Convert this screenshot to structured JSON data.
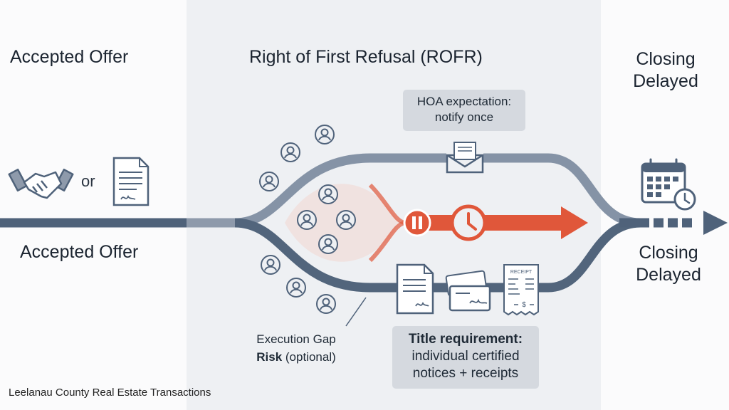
{
  "left": {
    "top_label": "Accepted Offer",
    "or_label": "or",
    "bottom_label": "Accepted Offer"
  },
  "middle": {
    "title": "Right of First Refusal (ROFR)",
    "hoa_callout": {
      "line1": "HOA expectation:",
      "line2": "notify once"
    },
    "title_callout": {
      "line1": "Title requirement:",
      "line2": "individual certified",
      "line3": "notices + receipts"
    },
    "execution_gap": {
      "line1": "Execution Gap",
      "line2_bold": "Risk",
      "line2_rest": " (optional)"
    },
    "receipt_text": "RECEIPT",
    "receipt_amount": "$"
  },
  "right": {
    "top_line1": "Closing",
    "top_line2": "Delayed",
    "bottom_line1": "Closing",
    "bottom_line2": "Delayed"
  },
  "footer": "Leelanau County Real Estate Transactions",
  "colors": {
    "track": "#4f627a",
    "track_light": "#8e9aab",
    "accent": "#e0573a",
    "panel": "#eef0f3",
    "callout": "#d5d9df"
  },
  "icons": [
    "handshake-icon",
    "document-icon",
    "person-icon",
    "envelope-icon",
    "pause-icon",
    "clock-icon",
    "arrow-icon",
    "certified-notice-icon",
    "receipt-icon",
    "check-icon",
    "calendar-clock-icon"
  ]
}
